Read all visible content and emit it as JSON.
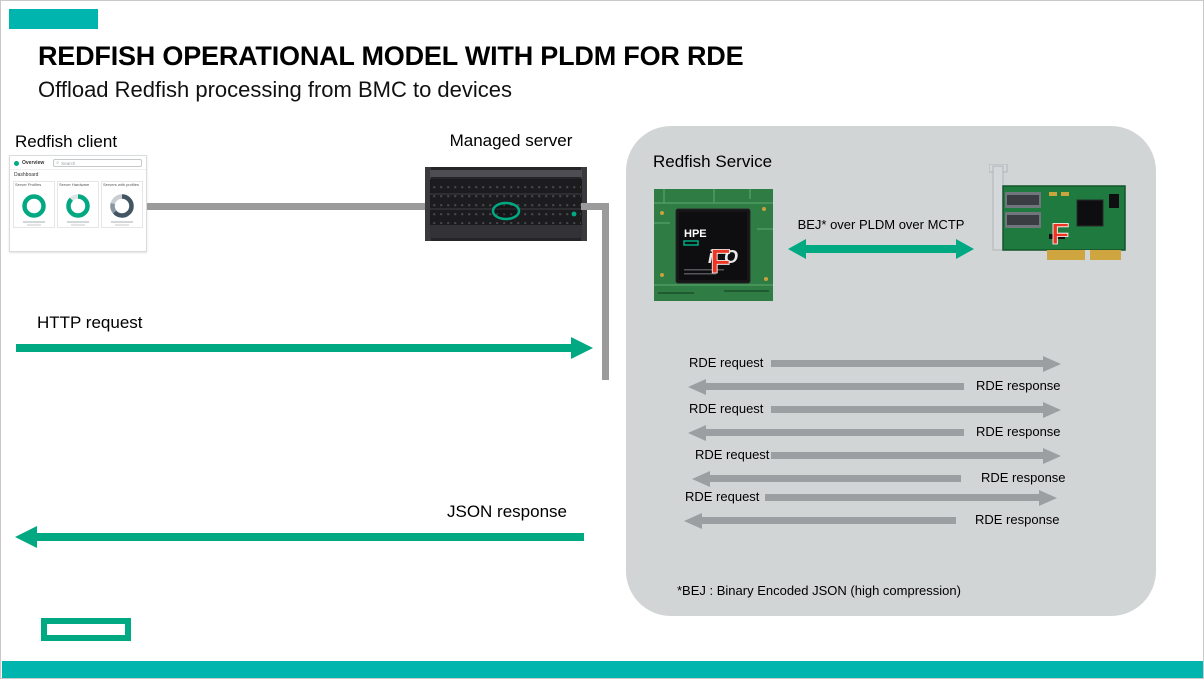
{
  "header": {
    "title": "REDFISH OPERATIONAL MODEL WITH PLDM FOR RDE",
    "subtitle": "Offload Redfish processing from BMC to devices"
  },
  "client": {
    "label": "Redfish client",
    "app_title": "Overview",
    "search_placeholder": "Search",
    "section": "Dashboard",
    "tiles": [
      {
        "title": "Server Profiles"
      },
      {
        "title": "Server Hardware"
      },
      {
        "title": "Servers with profiles"
      }
    ]
  },
  "server": {
    "label": "Managed server"
  },
  "service": {
    "label": "Redfish Service",
    "bej_link_label": "BEJ* over PLDM over MCTP",
    "footnote": "*BEJ : Binary Encoded JSON (high compression)",
    "chip": {
      "brand": "HPE",
      "name": "iLO"
    },
    "watermark_letter": "F",
    "sequence": [
      {
        "request": "RDE request",
        "response": "RDE response"
      },
      {
        "request": "RDE request",
        "response": "RDE response"
      },
      {
        "request": "RDE request",
        "response": "RDE response"
      },
      {
        "request": "RDE request",
        "response": "RDE response"
      }
    ]
  },
  "flows": {
    "http_request": "HTTP request",
    "json_response": "JSON response"
  },
  "colors": {
    "accent": "#01A982",
    "bar": "#00B5AD",
    "panel": "#D2D5D5",
    "arrow_gray": "#9B9FA2"
  }
}
